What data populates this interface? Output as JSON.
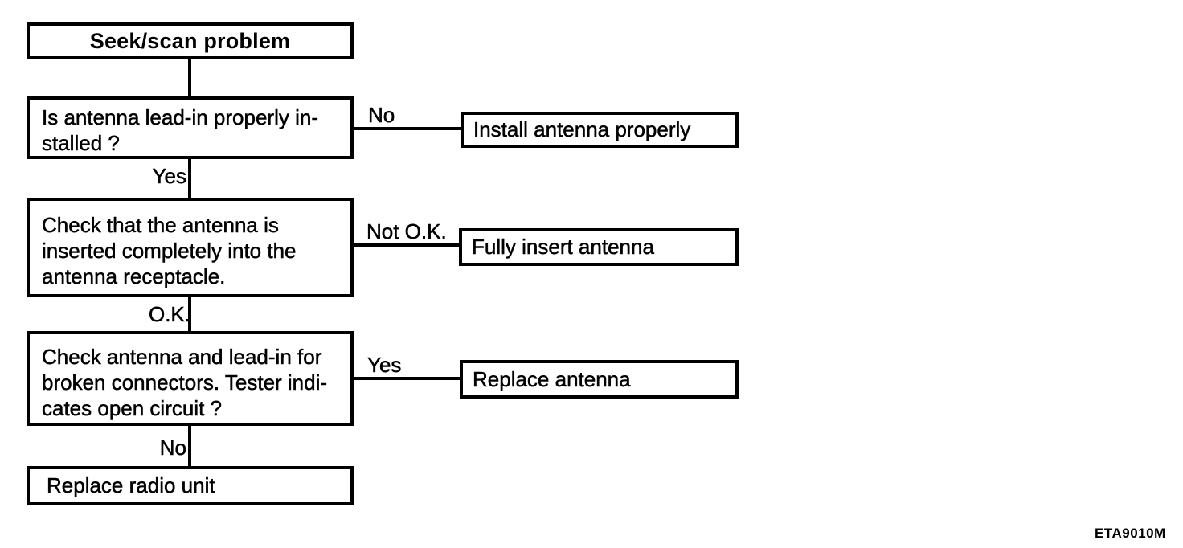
{
  "diagram": {
    "title": "Seek/scan problem",
    "steps": [
      {
        "question_lines": [
          "Is antenna lead-in properly in-",
          "stalled ?"
        ],
        "side_branch_label": "No",
        "side_action": "Install antenna properly",
        "down_branch_label": "Yes"
      },
      {
        "question_lines": [
          "Check that the antenna is",
          "inserted completely into the",
          "antenna receptacle."
        ],
        "side_branch_label": "Not O.K.",
        "side_action": "Fully insert antenna",
        "down_branch_label": "O.K."
      },
      {
        "question_lines": [
          "Check antenna and lead-in for",
          "broken connectors. Tester indi-",
          "cates open circuit ?"
        ],
        "side_branch_label": "Yes",
        "side_action": "Replace antenna",
        "down_branch_label": "No"
      }
    ],
    "final_action": "Replace radio unit",
    "figure_code": "ETA9010M",
    "colors": {
      "ink": "#000000",
      "paper": "#ffffff"
    }
  }
}
